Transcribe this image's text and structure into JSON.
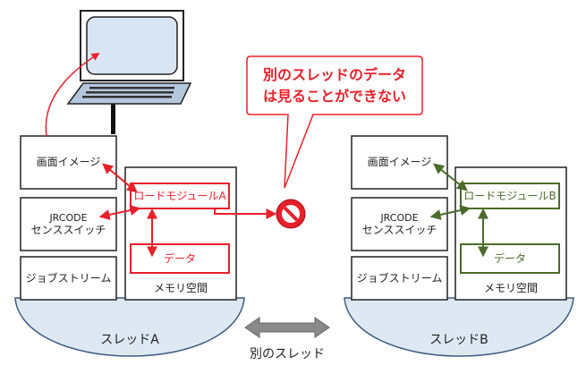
{
  "callout": {
    "line1": "別のスレッドのデータ",
    "line2": "は見ることができない"
  },
  "thread_a": {
    "name": "スレッドA",
    "screen_image": "画面イメージ",
    "jrcode": "JRCODE",
    "sense_switch": "センススイッチ",
    "job_stream": "ジョブストリーム",
    "load_module": "ロードモジュールA",
    "data": "データ",
    "memory_space": "メモリ空間"
  },
  "thread_b": {
    "name": "スレッドB",
    "screen_image": "画面イメージ",
    "jrcode": "JRCODE",
    "sense_switch": "センススイッチ",
    "job_stream": "ジョブストリーム",
    "load_module": "ロードモジュールB",
    "data": "データ",
    "memory_space": "メモリ空間"
  },
  "separator_label": "別のスレッド",
  "colors": {
    "red": "#e8202a",
    "green": "#4b6b2a",
    "platform_fill": "#dde8f3",
    "platform_stroke": "#3d5a80",
    "screen_fill": "#d9e5f3",
    "arrow_fill": "#8a8a8a"
  },
  "icons": {
    "computer": "computer-terminal-icon",
    "prohibited": "prohibited-icon",
    "double_arrow": "double-arrow-icon"
  }
}
